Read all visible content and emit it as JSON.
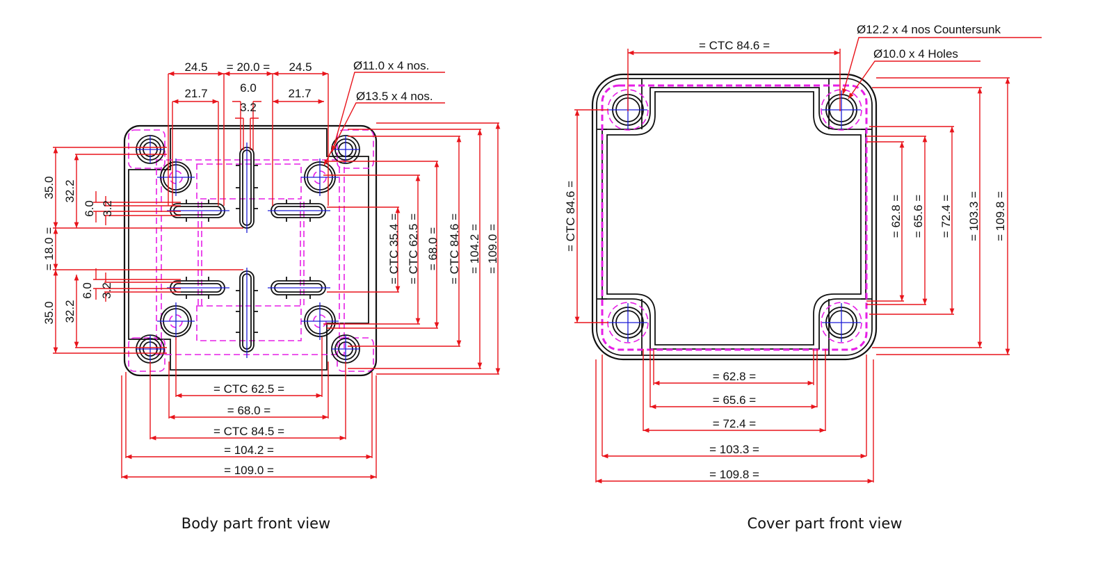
{
  "colors": {
    "outline": "#111111",
    "dimension": "#e8141b",
    "hidden_line": "#e61ee6",
    "center_line": "#1c1cd6",
    "background": "#ffffff"
  },
  "body_view": {
    "caption": "Body part front view",
    "top_dims": {
      "left_24_5": "24.5",
      "center_20": "= 20.0 =",
      "right_24_5": "24.5",
      "left_21_7": "21.7",
      "center_6": "6.0",
      "right_21_7": "21.7",
      "center_3_2": "3.2"
    },
    "callouts": {
      "hole_11": "Ø11.0 x 4 nos.",
      "hole_13_5": "Ø13.5 x 4 nos."
    },
    "left_dims": {
      "upper_35": "35.0",
      "upper_32_2": "32.2",
      "upper_6": "6.0",
      "upper_3_2": "3.2",
      "center_18": "= 18.0 =",
      "lower_35": "35.0",
      "lower_32_2": "32.2",
      "lower_6": "6.0",
      "lower_3_2": "3.2"
    },
    "right_dims": {
      "ctc_35_4": "= CTC 35.4 =",
      "ctc_62_5": "= CTC 62.5 =",
      "d68": "= 68.0 =",
      "ctc_84_6": "= CTC 84.6 =",
      "d104_2": "= 104.2 =",
      "d109": "= 109.0 ="
    },
    "bottom_dims": {
      "ctc_62_5": "=  CTC 62.5  =",
      "d68": "=  68.0  =",
      "ctc_84_5": "=  CTC 84.5  =",
      "d104_2": "=  104.2  =",
      "d109": "=  109.0  ="
    }
  },
  "cover_view": {
    "caption": "Cover part front view",
    "top_dims": {
      "ctc_84_6": "= CTC 84.6 ="
    },
    "callouts": {
      "countersunk": "Ø12.2 x 4 nos Countersunk",
      "holes": "Ø10.0 x 4 Holes"
    },
    "left_dims": {
      "ctc_84_6": "= CTC 84.6 ="
    },
    "right_dims": {
      "d62_8": "= 62.8 =",
      "d65_6": "= 65.6 =",
      "d72_4": "= 72.4 =",
      "d103_3": "= 103.3 =",
      "d109_8": "= 109.8 ="
    },
    "bottom_dims": {
      "d62_8": "=  62.8  =",
      "d65_6": "=  65.6  =",
      "d72_4": "=  72.4  =",
      "d103_3": "=  103.3  =",
      "d109_8": "=  109.8  ="
    }
  }
}
